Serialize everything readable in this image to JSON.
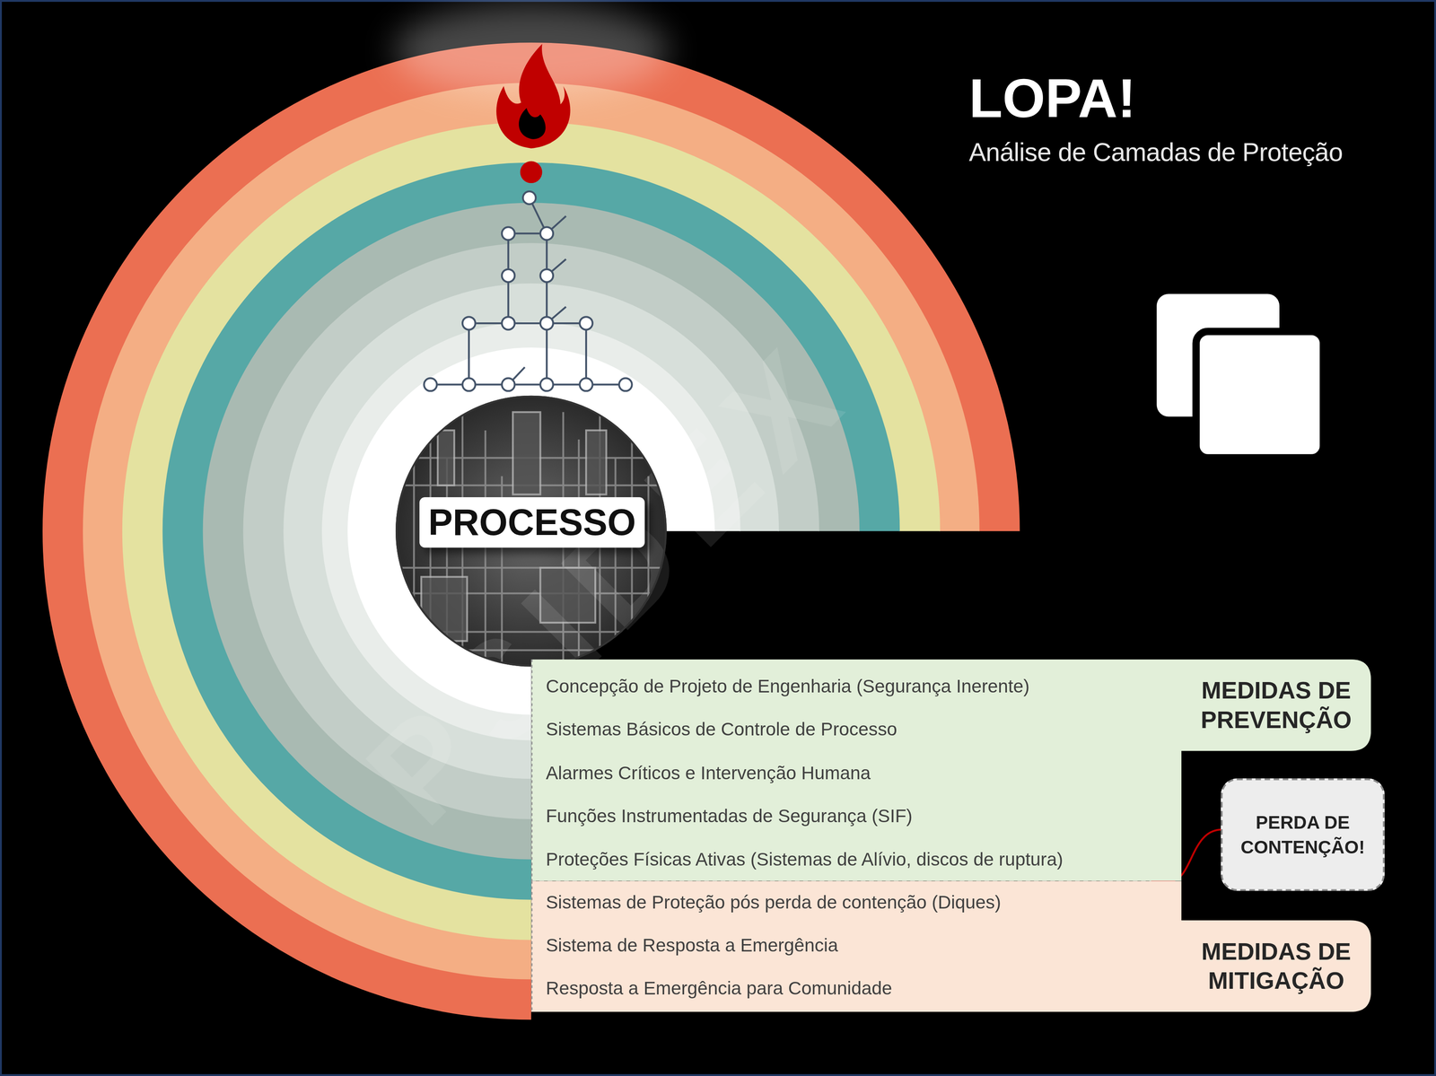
{
  "diagram": {
    "title": "LOPA!",
    "nodes": [
      {
        "text": [
          "PROCESSO"
        ]
      },
      {
        "text": [
          "MEDIDAS DE PREVENÇÃO"
        ]
      },
      {
        "text": [
          "Concepção de Projeto de Engenharia (Segurança Inerente)"
        ],
        "in": 1
      },
      {
        "text": [
          "Sistemas Básicos de Controle de Processo"
        ],
        "in": 1
      },
      {
        "text": [
          "Alarmes Críticos e Intervenção Humana"
        ],
        "in": 1
      },
      {
        "text": [
          "Funções Instrumentadas de Segurança (SIF)"
        ],
        "in": 1
      },
      {
        "text": [
          "Proteções Físicas Ativas (Sistemas de Alívio, discos de ruptura)"
        ],
        "in": 1
      },
      {
        "text": [
          "PERDA DE CONTENÇÃO!"
        ]
      },
      {
        "text": [
          "MEDIDAS DE MITIGAÇÃO"
        ]
      },
      {
        "text": [
          "Sistemas de Proteção pós perda de contenção (Diques)"
        ],
        "in": 8
      },
      {
        "text": [
          "Sistema de Resposta a Emergência"
        ],
        "in": 8
      },
      {
        "text": [
          "Resposta a Emergência para Comunidade"
        ],
        "in": 8
      }
    ],
    "labels": [
      "Análise de Camadas de Proteção",
      "PSIDEX"
    ]
  }
}
